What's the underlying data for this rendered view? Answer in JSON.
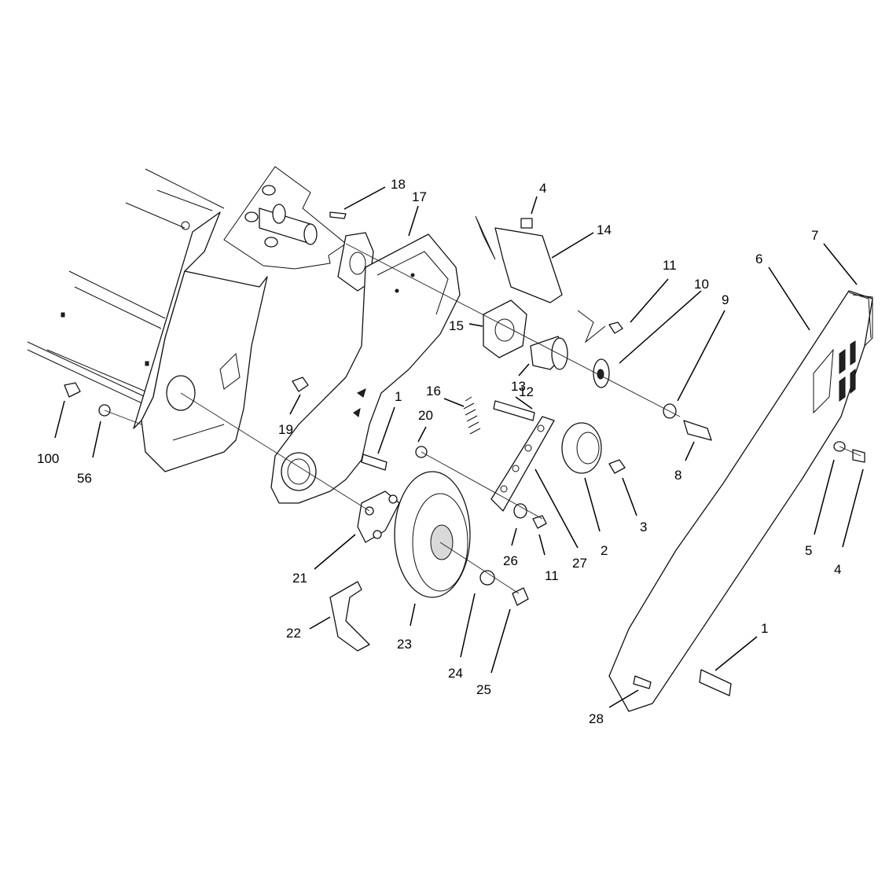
{
  "callouts": [
    {
      "id": "c18",
      "text": "18"
    },
    {
      "id": "c17",
      "text": "17"
    },
    {
      "id": "c4a",
      "text": "4"
    },
    {
      "id": "c14",
      "text": "14"
    },
    {
      "id": "c7",
      "text": "7"
    },
    {
      "id": "c6",
      "text": "6"
    },
    {
      "id": "c11a",
      "text": "11"
    },
    {
      "id": "c10",
      "text": "10"
    },
    {
      "id": "c9",
      "text": "9"
    },
    {
      "id": "c15",
      "text": "15"
    },
    {
      "id": "c13",
      "text": "13"
    },
    {
      "id": "c16",
      "text": "16"
    },
    {
      "id": "c12",
      "text": "12"
    },
    {
      "id": "c1a",
      "text": "1"
    },
    {
      "id": "c20",
      "text": "20"
    },
    {
      "id": "c19",
      "text": "19"
    },
    {
      "id": "c100",
      "text": "100"
    },
    {
      "id": "c56",
      "text": "56"
    },
    {
      "id": "c8",
      "text": "8"
    },
    {
      "id": "c5",
      "text": "5"
    },
    {
      "id": "c4b",
      "text": "4"
    },
    {
      "id": "c3",
      "text": "3"
    },
    {
      "id": "c2",
      "text": "2"
    },
    {
      "id": "c27",
      "text": "27"
    },
    {
      "id": "c26",
      "text": "26"
    },
    {
      "id": "c11b",
      "text": "11"
    },
    {
      "id": "c21",
      "text": "21"
    },
    {
      "id": "c22",
      "text": "22"
    },
    {
      "id": "c23",
      "text": "23"
    },
    {
      "id": "c24",
      "text": "24"
    },
    {
      "id": "c25",
      "text": "25"
    },
    {
      "id": "c1b",
      "text": "1"
    },
    {
      "id": "c28",
      "text": "28"
    }
  ]
}
